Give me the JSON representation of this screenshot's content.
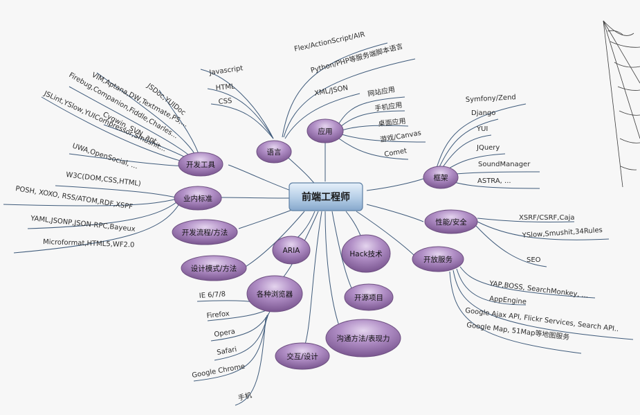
{
  "center": "前端工程师",
  "nodes": {
    "yuyan": "语言",
    "yingyong": "应用",
    "kaifa_gongju": "开发工具",
    "yenei_biaozhun": "业内标准",
    "kaifa_liucheng": "开发流程/方法",
    "sheji_moshi": "设计模式/方法",
    "aria": "ARIA",
    "hack": "Hack技术",
    "gezhong_liulanqi": "各种浏览器",
    "kaiyuan": "开源项目",
    "goutong": "沟通方法/表现力",
    "jiaohu": "交互/设计",
    "kuangjia": "框架",
    "xingneng": "性能/安全",
    "kaifang_fuwu": "开放服务"
  },
  "leaves": {
    "yuyan": [
      "Javascript",
      "HTML",
      "CSS",
      "Flex/ActionScript/AIR",
      "Python/PHP等服务端脚本语言",
      "XML/JSON"
    ],
    "yingyong": [
      "网站应用",
      "手机应用",
      "桌面应用",
      "游戏/Canvas",
      "Comet"
    ],
    "kaifa_gongju": [
      "JSDoc,YUIDoc",
      "VIM,Aptana,DW,Textmate,PS,...",
      "Firebug,Companion,Fiddle,Charles...",
      "Cygwin, SVN, ant...",
      "JSLint,YSlow,YUICompressor,Smushit...",
      "UWA,OpenSocial, ..."
    ],
    "yenei_biaozhun": [
      "W3C(DOM,CSS,HTML)",
      "POSH, XOXO, RSS/ATOM,RDF,XSPF",
      "YAML,JSONP,JSON-RPC,Bayeux",
      "Microformat,HTML5,WF2.0"
    ],
    "kuangjia": [
      "Symfony/Zend",
      "Django",
      "YUI",
      "JQuery",
      "SoundManager",
      "ASTRA, ..."
    ],
    "xingneng": [
      "XSRF/CSRF,Caja",
      "YSlow,Smushit,34Rules",
      "SEO"
    ],
    "kaifang_fuwu": [
      "YAP,BOSS, SearchMonkey, ...",
      "AppEngine",
      "Google Ajax API, Flickr Services, Search API..",
      "Google Map, 51Map等地图服务"
    ],
    "gezhong_liulanqi": [
      "IE 6/7/8",
      "Firefox",
      "Opera",
      "Safari",
      "Google Chrome",
      "手机"
    ]
  },
  "colors": {
    "node_fill": "#9c7ab0",
    "node_stroke": "#6d4f80",
    "center_fill": "#b7d0e8",
    "line": "#3e5a7a"
  }
}
